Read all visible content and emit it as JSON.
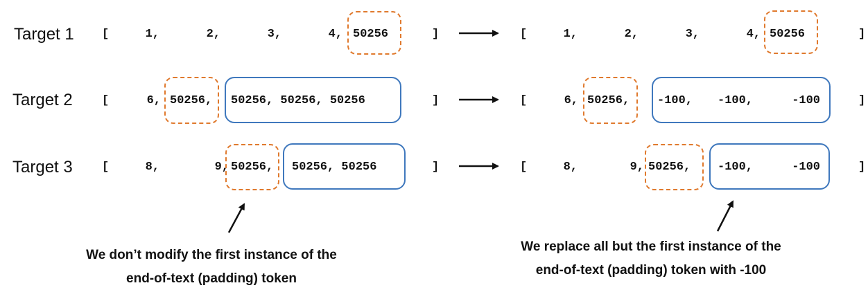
{
  "rows": [
    {
      "label": "Target 1",
      "before": [
        "1,",
        "2,",
        "3,",
        "4,",
        "50256"
      ],
      "after": [
        "1,",
        "2,",
        "3,",
        "4,",
        "50256"
      ]
    },
    {
      "label": "Target 2",
      "before": [
        "6,",
        "50256,",
        "50256, 50256, 50256"
      ],
      "after": [
        "6,",
        "50256,",
        "-100,",
        "-100,",
        "-100"
      ]
    },
    {
      "label": "Target 3",
      "before": [
        "8,",
        "9,",
        "50256,",
        "50256, 50256"
      ],
      "after": [
        "8,",
        "9,",
        "50256,",
        "-100,",
        "-100"
      ]
    }
  ],
  "brackets": {
    "open": "[",
    "close": "]"
  },
  "captions": {
    "left_line1": "We don’t modify the first instance of the",
    "left_line2": "end-of-text (padding) token",
    "right_line1": "We replace all but the first instance of the",
    "right_line2": "end-of-text (padding) token with -100"
  },
  "colors": {
    "pad_box": "#e07a2e",
    "masked_box": "#3f78bd",
    "text": "#111111"
  }
}
